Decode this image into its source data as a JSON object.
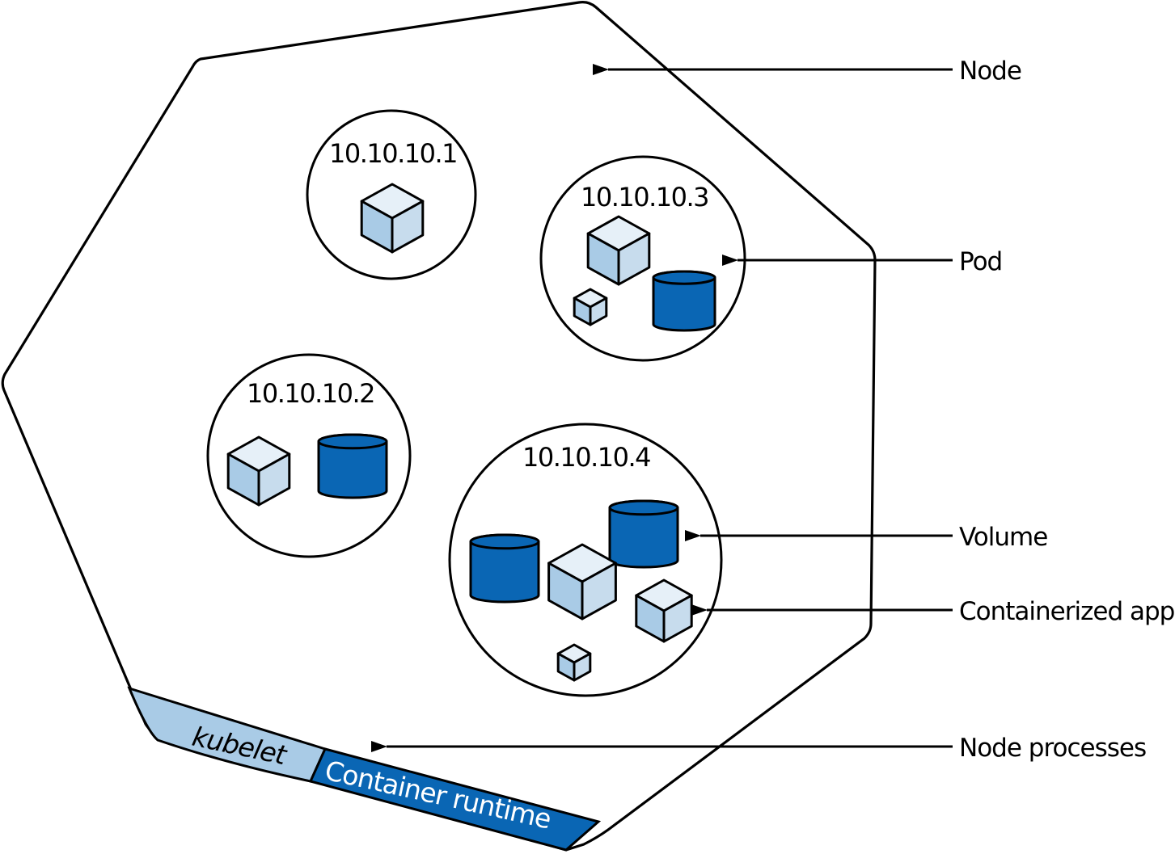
{
  "colors": {
    "stroke": "#000000",
    "cube_top": "#e6f0f8",
    "cube_left": "#a9cbe6",
    "cube_right": "#c7dced",
    "volume_fill": "#0a66b4",
    "kubelet_band": "#a9cbe6",
    "runtime_band": "#0a66b4"
  },
  "pods": [
    {
      "ip": "10.10.10.1"
    },
    {
      "ip": "10.10.10.3"
    },
    {
      "ip": "10.10.10.2"
    },
    {
      "ip": "10.10.10.4"
    }
  ],
  "node_processes": {
    "kubelet": "kubelet",
    "runtime": "Container runtime"
  },
  "callouts": {
    "node": "Node",
    "pod": "Pod",
    "volume": "Volume",
    "containerized_app": "Containerized app",
    "node_processes": "Node processes"
  },
  "icons": [
    "container-cube-icon",
    "volume-cylinder-icon",
    "arrow-icon"
  ]
}
